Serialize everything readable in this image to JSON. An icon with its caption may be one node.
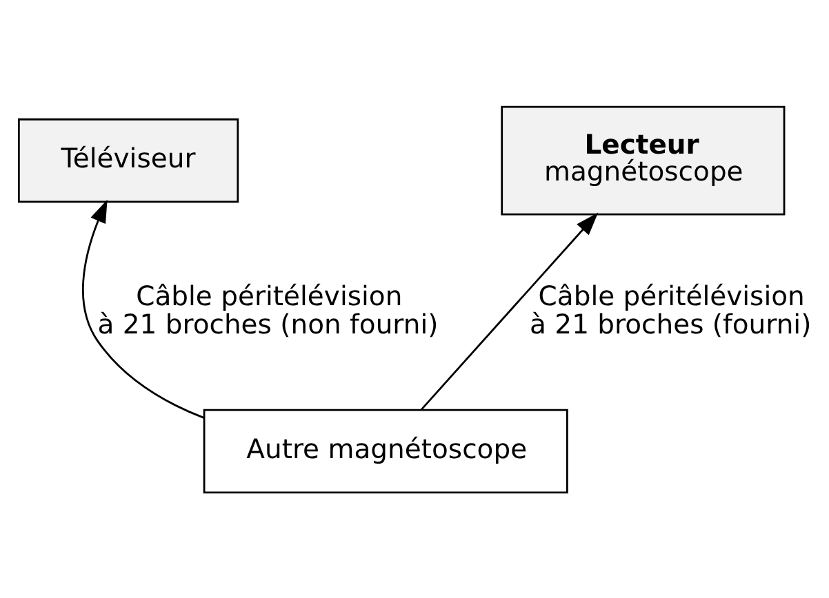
{
  "diagram": {
    "nodes": [
      {
        "text": [
          "Téléviseur"
        ]
      },
      {
        "text": [
          "Lecteur",
          "magnétoscope"
        ]
      },
      {
        "text": [
          "Autre magnétoscope"
        ]
      }
    ],
    "edges": [
      {
        "from": 2,
        "to": 0,
        "arrow": "to",
        "label": "Câble péritélévision à 21 broches (non fourni)"
      },
      {
        "from": 2,
        "to": 1,
        "arrow": "to",
        "label": "Câble péritélévision à 21 broches (fourni)"
      }
    ]
  }
}
